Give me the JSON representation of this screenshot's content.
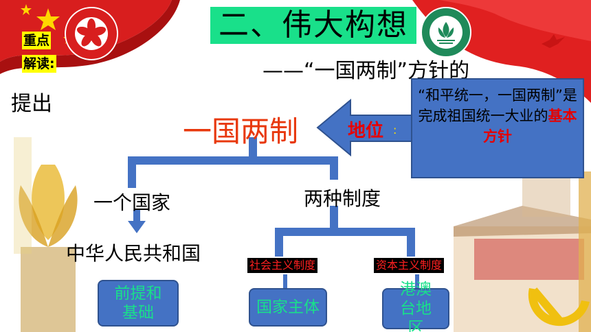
{
  "slide": {
    "title": "二、伟大构想",
    "badge_line1": "重点",
    "badge_line2": "解读:",
    "subtitle": "——“一国两制”方针的",
    "subtitle_cont": "提出"
  },
  "diagram": {
    "root": "一国两制",
    "position_label": "地位",
    "position_colon": ":",
    "position_text": "“和平统一，一国两制”是完成祖国统一大业的",
    "position_highlight": "基本方针",
    "left_branch": "一个国家",
    "left_leaf": "中华人民共和国",
    "left_box": "前提和基础",
    "right_branch": "两种制度",
    "right_sub_1": "社会主义制度",
    "right_sub_2": "资本主义制度",
    "right_box_1": "国家主体",
    "right_box_2": "港澳台地区"
  },
  "colors": {
    "title_bg": "#19e08a",
    "badge_bg": "#ffff00",
    "root_text": "#e8380d",
    "connector_blue": "#4472c4",
    "box_text_green": "#19e08a",
    "highlight_red": "#e60000"
  },
  "icons": [
    "hong-kong-emblem-icon",
    "macau-emblem-icon",
    "red-flag-icon",
    "golden-bauhinia-icon",
    "hammer-sickle-icon",
    "tiananmen-icon",
    "dove-icon"
  ]
}
